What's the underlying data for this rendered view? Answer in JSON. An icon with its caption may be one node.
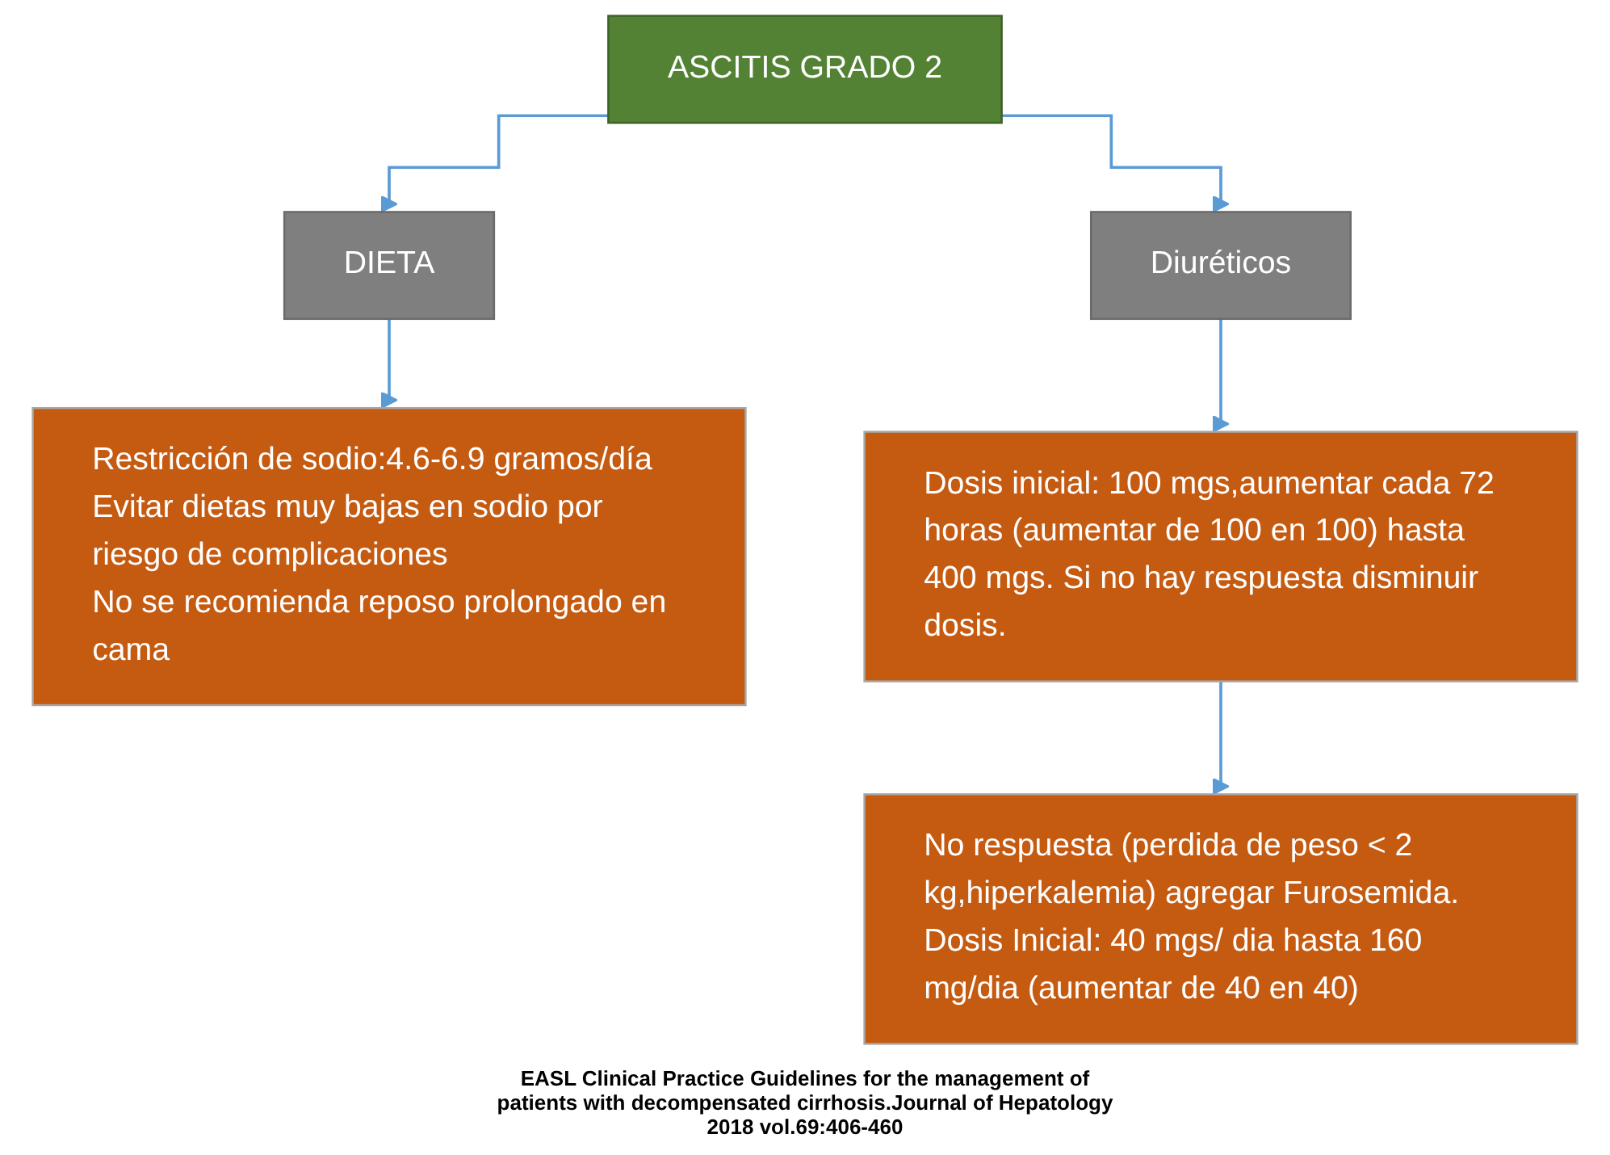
{
  "diagram": {
    "caption": "EASL Clinical Practice Guidelines for the management of patients with decompensated cirrhosis.Journal of Hepatology 2018 vol.69:406-460",
    "nodes": [
      {
        "text": [
          "ASCITIS GRADO 2"
        ]
      },
      {
        "text": [
          "DIETA"
        ]
      },
      {
        "text": [
          "Diuréticos"
        ]
      },
      {
        "text": [
          "Restricción de sodio:4.6-6.9 gramos/día",
          "Evitar dietas muy bajas en sodio por riesgo de complicaciones",
          "No se recomienda reposo prolongado en cama"
        ]
      },
      {
        "text": [
          "Dosis inicial: 100 mgs,aumentar cada 72 horas (aumentar de 100 en 100) hasta 400 mgs. Si no hay respuesta disminuir dosis."
        ]
      },
      {
        "text": [
          "No respuesta (perdida de peso < 2 kg,hiperkalemia) agregar Furosemida. Dosis Inicial: 40 mgs/ dia hasta 160 mg/dia (aumentar de 40 en 40)"
        ]
      }
    ],
    "edges": [
      {
        "from": 0,
        "to": 1,
        "arrow": "to"
      },
      {
        "from": 0,
        "to": 2,
        "arrow": "to"
      },
      {
        "from": 1,
        "to": 3,
        "arrow": "to"
      },
      {
        "from": 2,
        "to": 4,
        "arrow": "to"
      },
      {
        "from": 4,
        "to": 5,
        "arrow": "to"
      }
    ]
  }
}
